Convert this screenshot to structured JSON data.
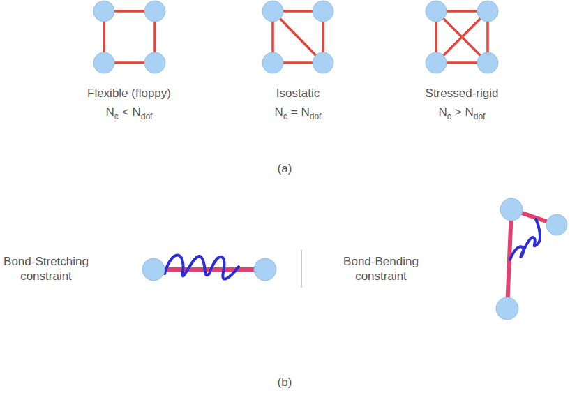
{
  "diagram": {
    "labels": [
      "Flexible (floppy)",
      "N",
      "c",
      "< N",
      "dof",
      "Isostatic",
      "N",
      "c",
      "= N",
      "dof",
      "Stressed-rigid",
      "N",
      "c",
      "> N",
      "dof",
      "(a)",
      "Bond-Stretching constraint",
      "Bond-Bending constraint",
      "(b)"
    ]
  }
}
